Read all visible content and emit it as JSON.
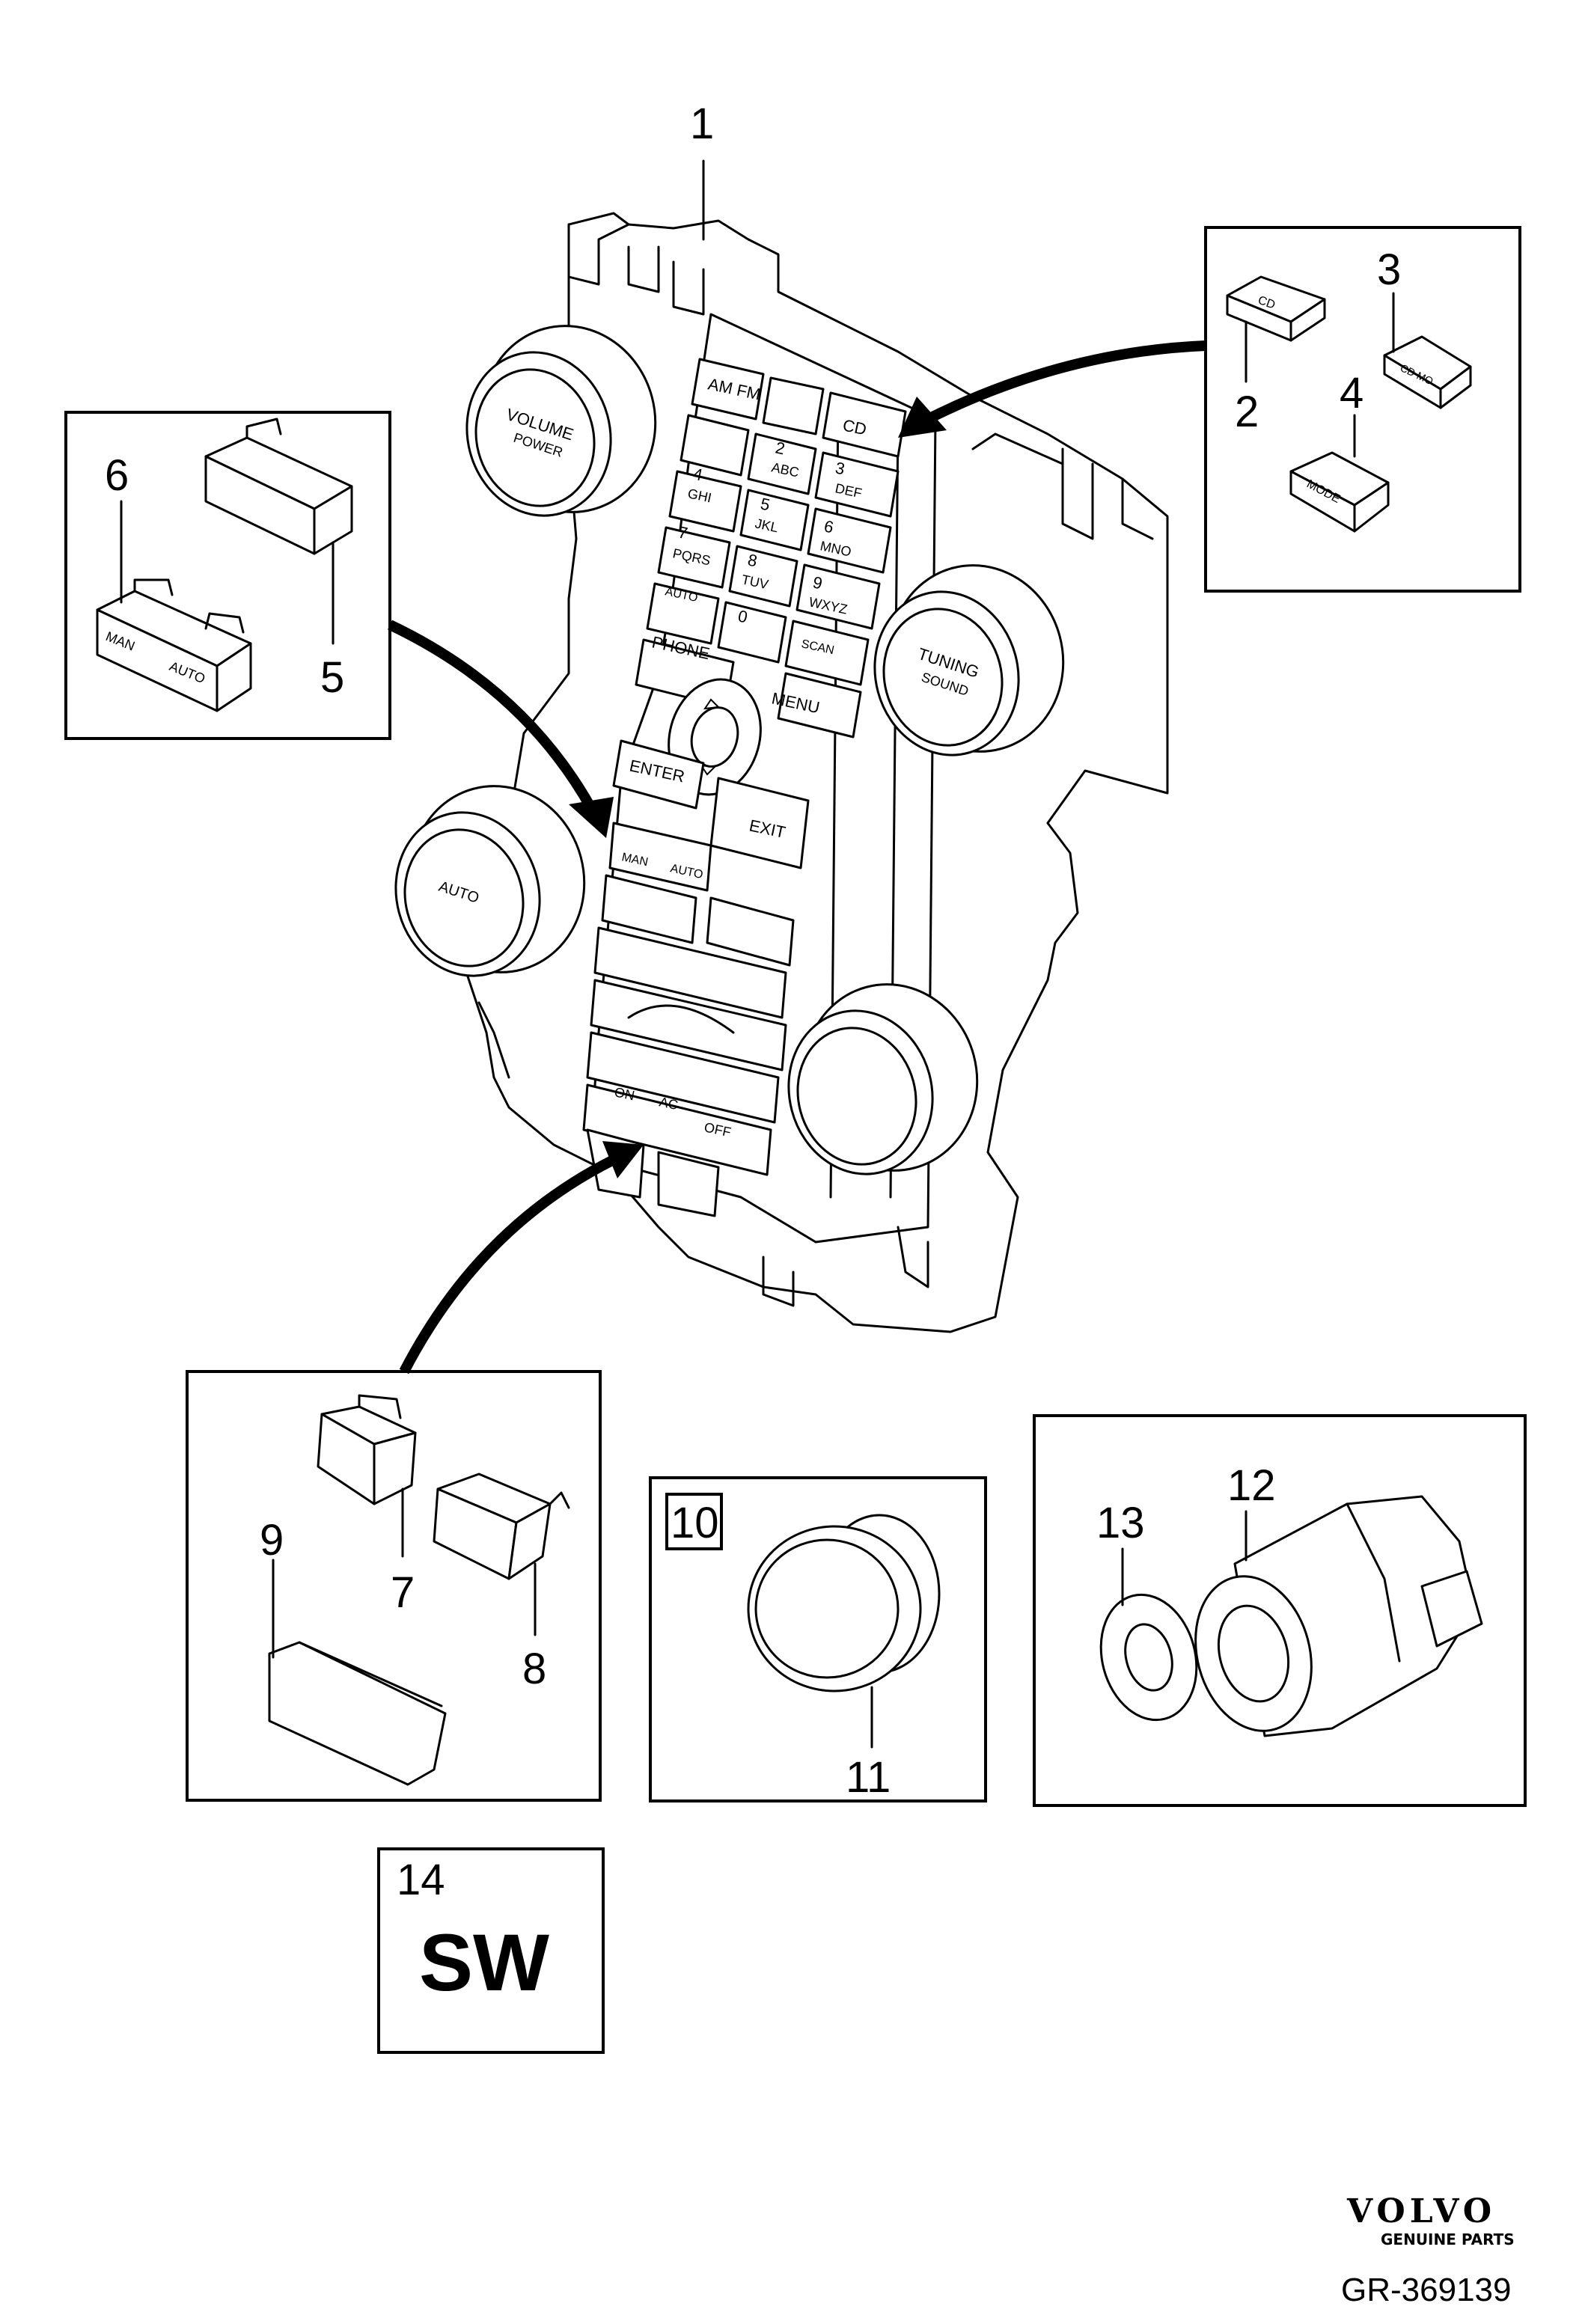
{
  "callouts": {
    "c1": "1",
    "c2": "2",
    "c3": "3",
    "c4": "4",
    "c5": "5",
    "c6": "6",
    "c7": "7",
    "c8": "8",
    "c9": "9",
    "c10": "10",
    "c11": "11",
    "c12": "12",
    "c13": "13",
    "c14": "14"
  },
  "panel_text": {
    "volume": "VOLUME",
    "power": "POWER",
    "tuning": "TUNING",
    "sound": "SOUND",
    "am_fm": "AM FM",
    "cd": "CD",
    "k2": "2",
    "k3": "3",
    "k4": "4",
    "k5": "5",
    "k6": "6",
    "k7": "7",
    "k8": "8",
    "k9": "9",
    "k0": "0",
    "abc": "ABC",
    "def": "DEF",
    "ghi": "GHI",
    "jkl": "JKL",
    "mno": "MNO",
    "pqrs": "PQRS",
    "tuv": "TUV",
    "wxyz": "WXYZ",
    "auto_key": "AUTO",
    "scan": "SCAN",
    "phone": "PHONE",
    "menu": "MENU",
    "enter": "ENTER",
    "exit": "EXIT",
    "man": "MAN",
    "auto_btn": "AUTO",
    "auto_knob": "AUTO",
    "on": "ON",
    "ac": "AC",
    "off": "OFF"
  },
  "part_text": {
    "cd_button": "CD",
    "cd_mo_button": "CD MO",
    "mode_button": "MODE",
    "man": "MAN",
    "auto": "AUTO"
  },
  "software_box": {
    "label": "SW"
  },
  "brand": {
    "logo": "VOLVO",
    "tagline": "GENUINE PARTS"
  },
  "figure_code": "GR-369139"
}
